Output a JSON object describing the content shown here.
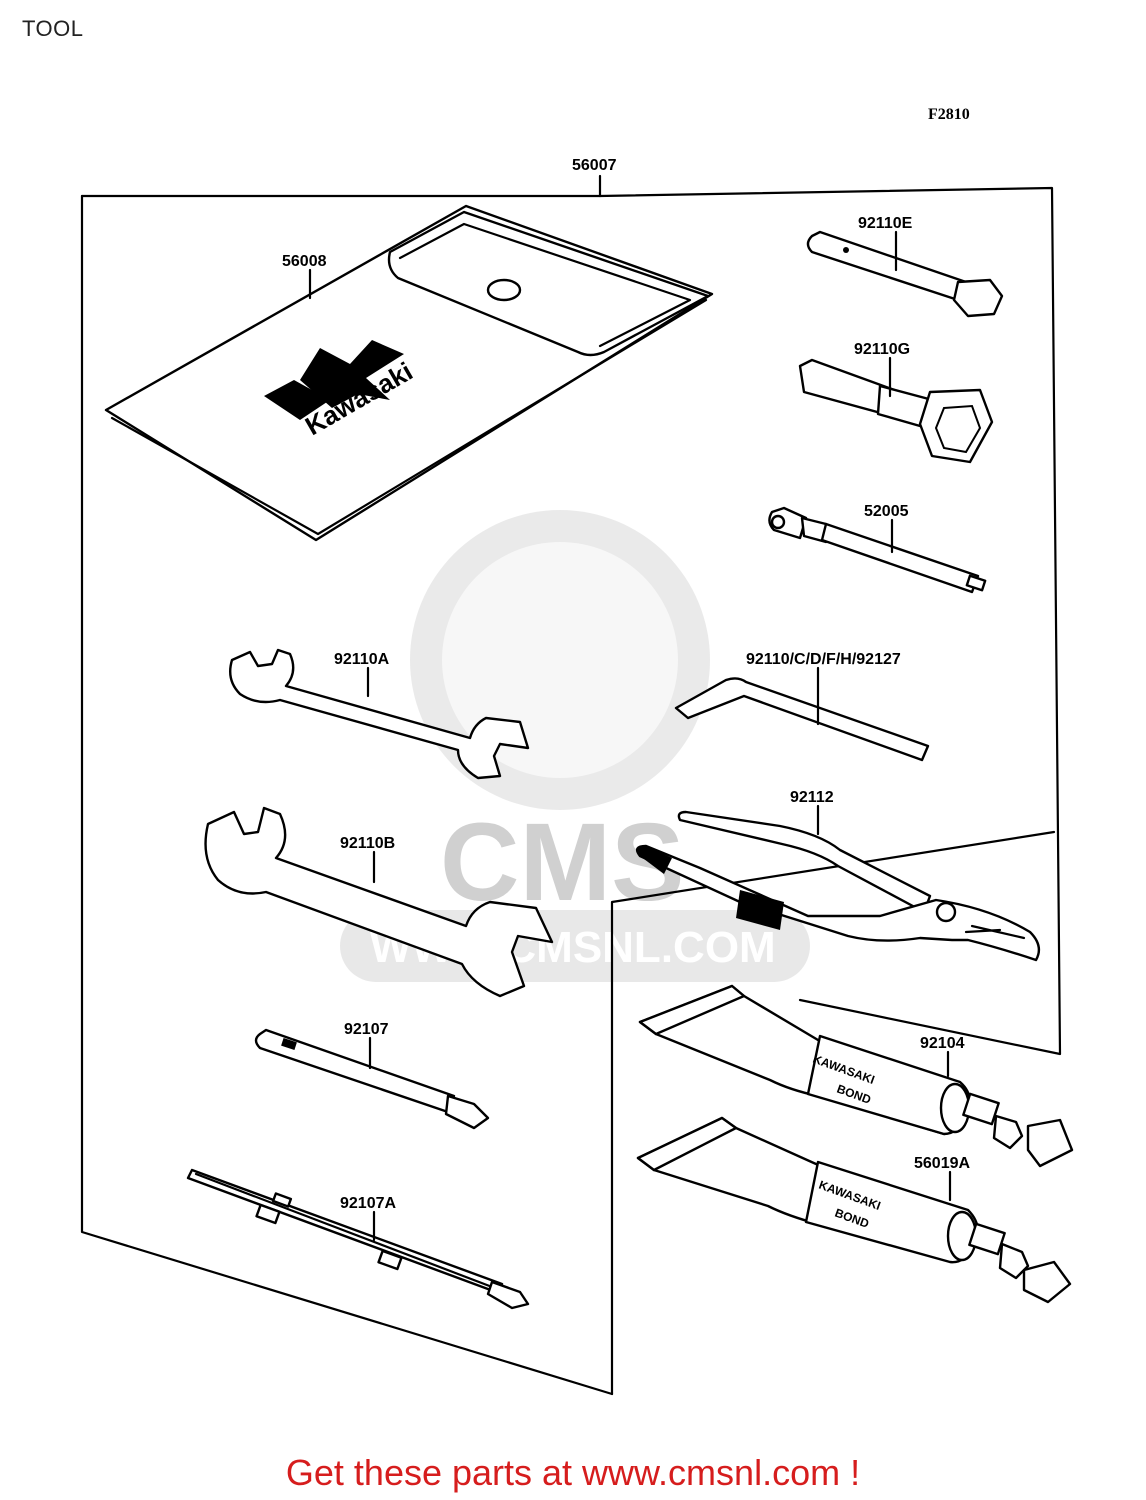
{
  "page": {
    "title": "TOOL",
    "figure_code": "F2810",
    "promo_text": "Get these parts at www.cmsnl.com !"
  },
  "watermark": {
    "logo_text": "CMS",
    "url_text": "WWW.CMSNL.COM"
  },
  "parts": {
    "kit": "56007",
    "pouch": "56008",
    "plug_wrench_small": "92110E",
    "plug_wrench_large": "92110G",
    "driver_handle": "52005",
    "hex_key": "92110/C/D/F/H/92127",
    "wrench_a": "92110A",
    "wrench_b": "92110B",
    "pliers": "92112",
    "screwdriver": "92107",
    "screwdriver_handle": "92107A",
    "bond_1": "92104",
    "bond_2": "56019A"
  },
  "branding": {
    "pouch_logo": "Kawasaki",
    "tube_text_line1": "KAWASAKI",
    "tube_text_line2": "BOND"
  }
}
